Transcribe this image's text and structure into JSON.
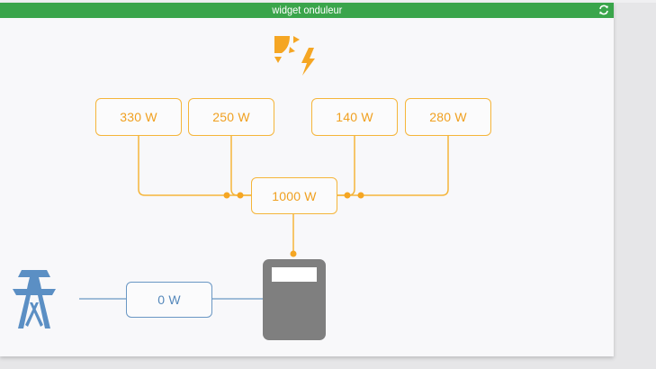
{
  "widget": {
    "title": "widget onduleur",
    "refresh_icon": "refresh-icon"
  },
  "solar": {
    "icon": "solar-power-icon",
    "panels": [
      {
        "label": "330 W"
      },
      {
        "label": "250 W"
      },
      {
        "label": "140 W"
      },
      {
        "label": "280 W"
      }
    ],
    "total": {
      "label": "1000 W"
    }
  },
  "inverter": {
    "icon": "inverter-icon"
  },
  "grid": {
    "icon": "power-pylon-icon",
    "value": {
      "label": "0 W"
    }
  },
  "colors": {
    "header": "#3aa54b",
    "solar": "#f5a623",
    "grid": "#5b8fc4",
    "inverter": "#7f7f7f",
    "background": "#f8f8fa"
  }
}
